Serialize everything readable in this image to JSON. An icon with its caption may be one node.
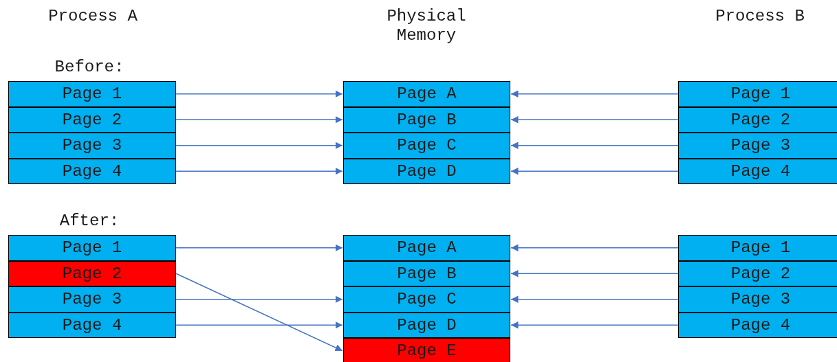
{
  "diagram": {
    "nodes": [
      {
        "text": [
          "Page 1"
        ]
      },
      {
        "text": [
          "Page 2"
        ]
      },
      {
        "text": [
          "Page 3"
        ]
      },
      {
        "text": [
          "Page 4"
        ]
      },
      {
        "text": [
          "Page A"
        ]
      },
      {
        "text": [
          "Page B"
        ]
      },
      {
        "text": [
          "Page C"
        ]
      },
      {
        "text": [
          "Page D"
        ]
      },
      {
        "text": [
          "Page 1"
        ]
      },
      {
        "text": [
          "Page 2"
        ]
      },
      {
        "text": [
          "Page 3"
        ]
      },
      {
        "text": [
          "Page 4"
        ]
      },
      {
        "text": [
          "Page 1"
        ]
      },
      {
        "text": [
          "Page 2"
        ]
      },
      {
        "text": [
          "Page 3"
        ]
      },
      {
        "text": [
          "Page 4"
        ]
      },
      {
        "text": [
          "Page A"
        ]
      },
      {
        "text": [
          "Page B"
        ]
      },
      {
        "text": [
          "Page C"
        ]
      },
      {
        "text": [
          "Page D"
        ]
      },
      {
        "text": [
          "Page E"
        ]
      },
      {
        "text": [
          "Page 1"
        ]
      },
      {
        "text": [
          "Page 2"
        ]
      },
      {
        "text": [
          "Page 3"
        ]
      },
      {
        "text": [
          "Page 4"
        ]
      }
    ],
    "edges": [
      {
        "from": 0,
        "to": 4,
        "arrow": "to"
      },
      {
        "from": 1,
        "to": 5,
        "arrow": "to"
      },
      {
        "from": 2,
        "to": 6,
        "arrow": "to"
      },
      {
        "from": 3,
        "to": 7,
        "arrow": "to"
      },
      {
        "from": 8,
        "to": 4,
        "arrow": "to"
      },
      {
        "from": 9,
        "to": 5,
        "arrow": "to"
      },
      {
        "from": 10,
        "to": 6,
        "arrow": "to"
      },
      {
        "from": 11,
        "to": 7,
        "arrow": "to"
      },
      {
        "from": 12,
        "to": 16,
        "arrow": "to"
      },
      {
        "from": 13,
        "to": 20,
        "arrow": "to"
      },
      {
        "from": 14,
        "to": 18,
        "arrow": "to"
      },
      {
        "from": 15,
        "to": 19,
        "arrow": "to"
      },
      {
        "from": 21,
        "to": 16,
        "arrow": "to"
      },
      {
        "from": 22,
        "to": 17,
        "arrow": "to"
      },
      {
        "from": 23,
        "to": 18,
        "arrow": "to"
      },
      {
        "from": 24,
        "to": 19,
        "arrow": "to"
      }
    ],
    "labels": [
      "Process A",
      "Physical Memory",
      "Process B",
      "Before:",
      "After:"
    ]
  }
}
